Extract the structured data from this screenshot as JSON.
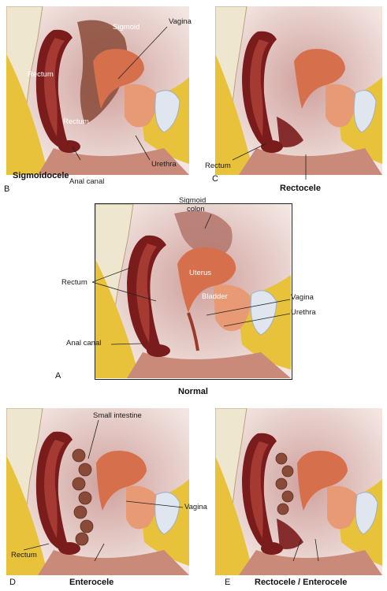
{
  "panels": {
    "b": {
      "letter": "B",
      "caption": "Sigmoidocele",
      "labels": {
        "rectum_upper": "Rectum",
        "sigmoid": "Sigmoid",
        "vagina": "Vagina",
        "rectum_lower": "Rectum",
        "urethra": "Urethra",
        "anal_canal": "Anal canal"
      }
    },
    "c": {
      "letter": "C",
      "caption": "Rectocele",
      "labels": {
        "rectum": "Rectum"
      }
    },
    "a": {
      "letter": "A",
      "caption": "Normal",
      "labels": {
        "sigmoid_colon": "Sigmoid\ncolon",
        "rectum": "Rectum",
        "uterus": "Uterus",
        "bladder": "Bladder",
        "vagina": "Vagina",
        "urethra": "Urethra",
        "anal_canal": "Anal canal"
      }
    },
    "d": {
      "letter": "D",
      "caption": "Enterocele",
      "labels": {
        "small_intestine": "Small intestine",
        "vagina": "Vagina",
        "rectum": "Rectum"
      }
    },
    "e": {
      "letter": "E",
      "caption": "Rectocele / Enterocele"
    }
  },
  "colors": {
    "fat": "#e8c23a",
    "bone": "#efe6cf",
    "rectum": "#7a1c1c",
    "rectum_inner": "#a53a32",
    "uterus": "#d56f4c",
    "bladder": "#e89a74",
    "tissue": "#c98a7a",
    "background_tissue": "#d7a7a2",
    "bowel": "#8a4a38",
    "pubis": "#dfe6ef"
  }
}
